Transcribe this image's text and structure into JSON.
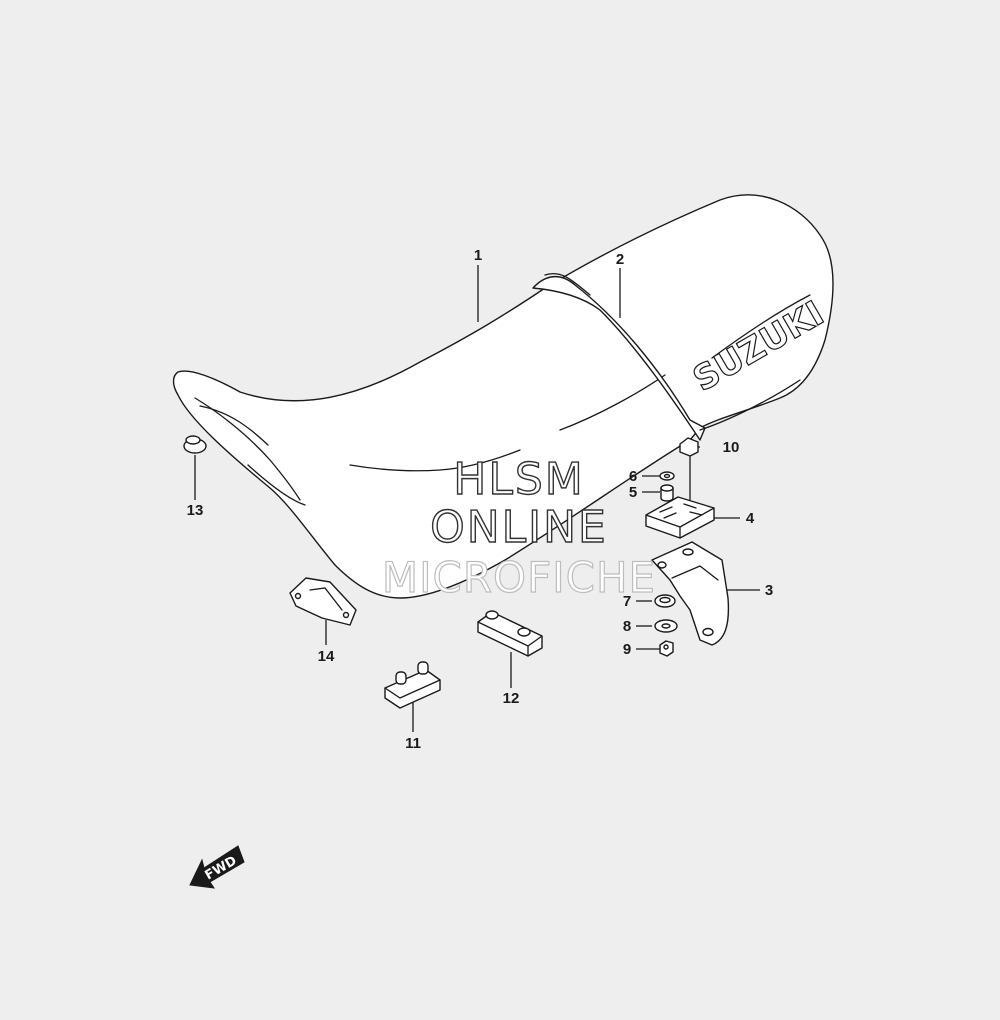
{
  "diagram": {
    "brand_logo": "SUZUKI",
    "direction_label": "FWD",
    "callouts": [
      {
        "id": "1",
        "label": "1"
      },
      {
        "id": "2",
        "label": "2"
      },
      {
        "id": "3",
        "label": "3"
      },
      {
        "id": "4",
        "label": "4"
      },
      {
        "id": "5",
        "label": "5"
      },
      {
        "id": "6",
        "label": "6"
      },
      {
        "id": "7",
        "label": "7"
      },
      {
        "id": "8",
        "label": "8"
      },
      {
        "id": "9",
        "label": "9"
      },
      {
        "id": "10",
        "label": "10"
      },
      {
        "id": "11",
        "label": "11"
      },
      {
        "id": "12",
        "label": "12"
      },
      {
        "id": "13",
        "label": "13"
      },
      {
        "id": "14",
        "label": "14"
      }
    ]
  },
  "watermark": {
    "line1": "HLSM",
    "line2": "ONLINE",
    "line3": "MICROFICHE"
  }
}
